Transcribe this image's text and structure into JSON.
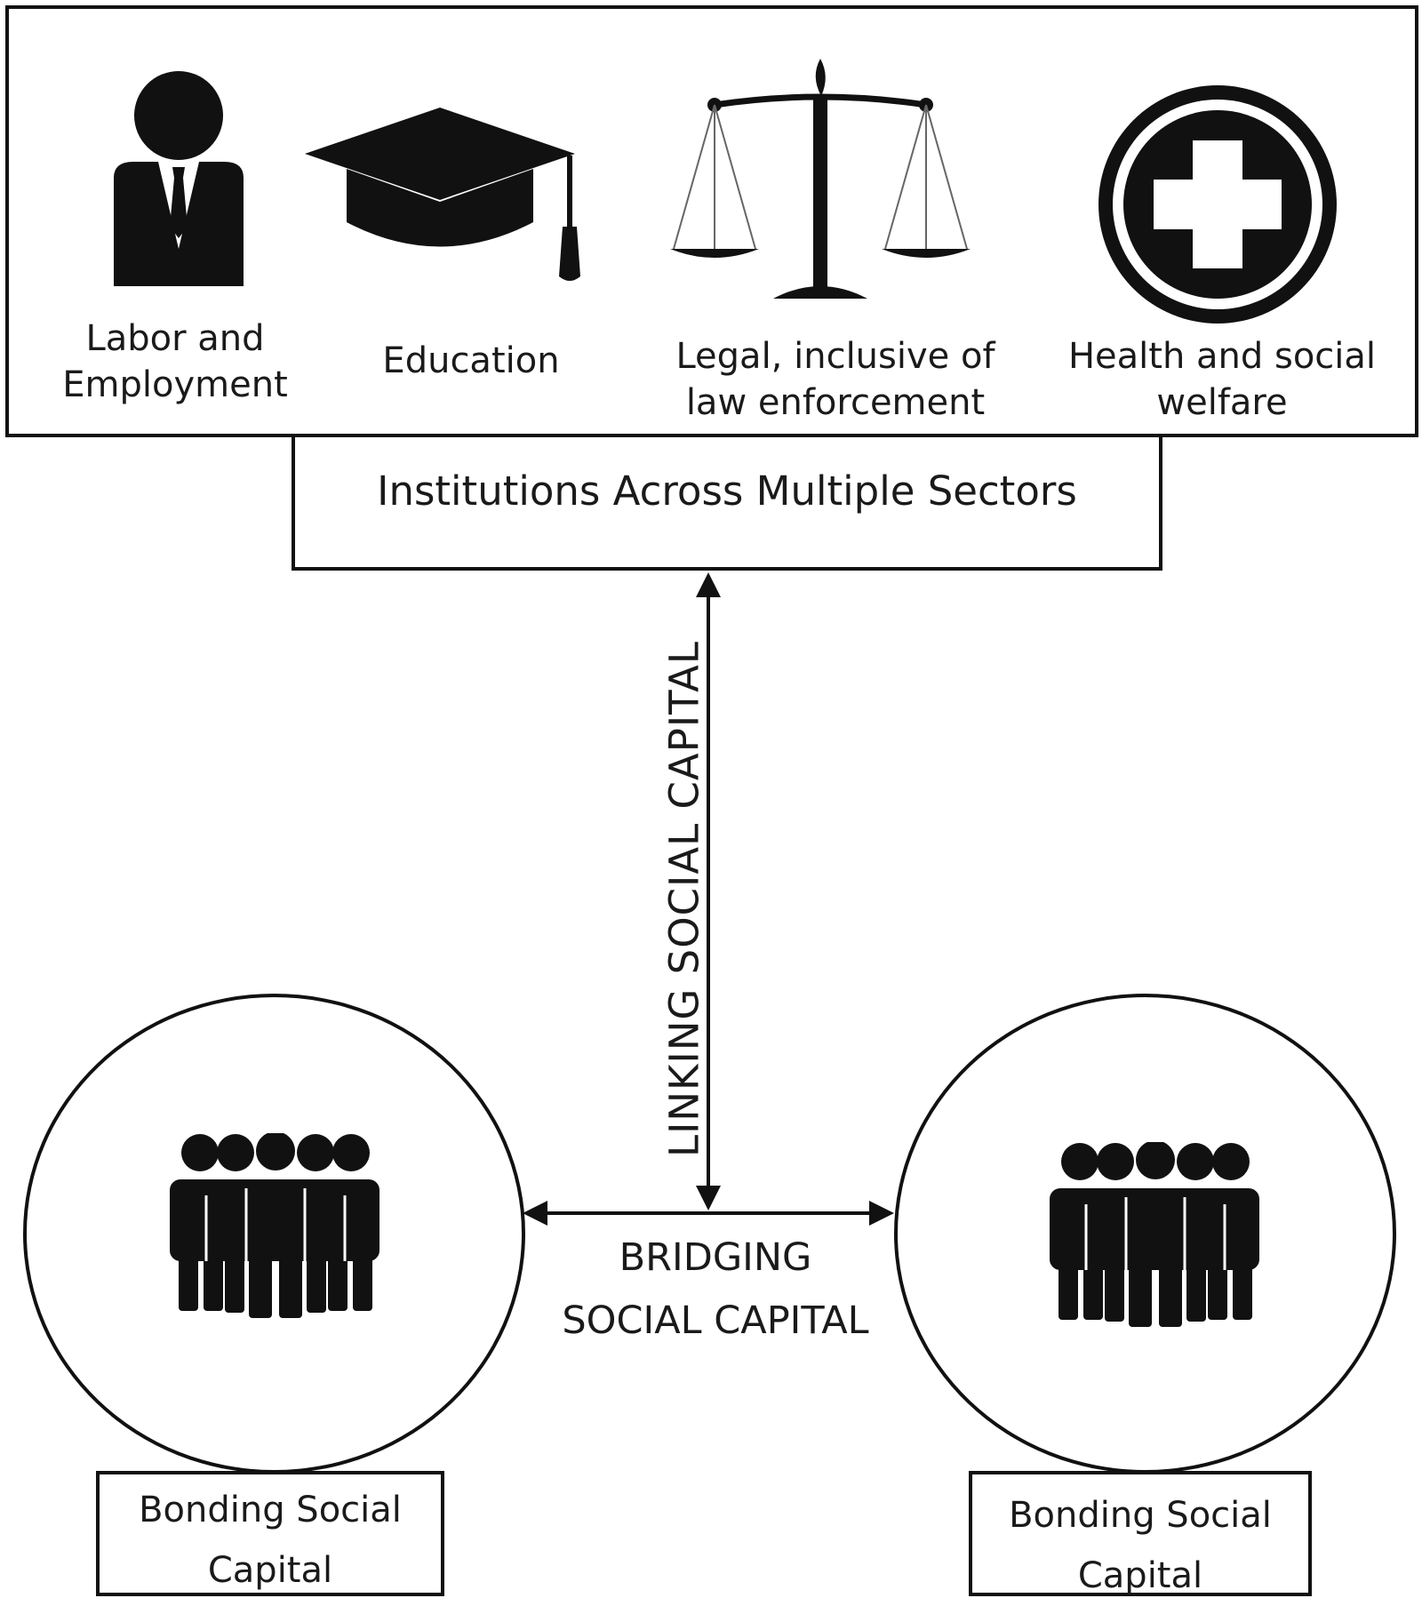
{
  "sectors": {
    "labor": "Labor and Employment",
    "education": "Education",
    "legal": "Legal, inclusive of law enforcement",
    "health": "Health and social welfare"
  },
  "icons": {
    "labor": "businessman-icon",
    "education": "graduation-cap-icon",
    "legal": "scales-of-justice-icon",
    "health": "medical-cross-icon",
    "groups": "people-group-icon"
  },
  "institutions": {
    "title": "Institutions Across Multiple Sectors"
  },
  "linking": {
    "label": "LINKING SOCIAL CAPITAL"
  },
  "bridging": {
    "line1": "BRIDGING",
    "line2": "SOCIAL CAPITAL"
  },
  "bonding": {
    "left": {
      "line1": "Bonding Social",
      "line2": "Capital"
    },
    "right": {
      "line1": "Bonding Social",
      "line2": "Capital"
    }
  }
}
